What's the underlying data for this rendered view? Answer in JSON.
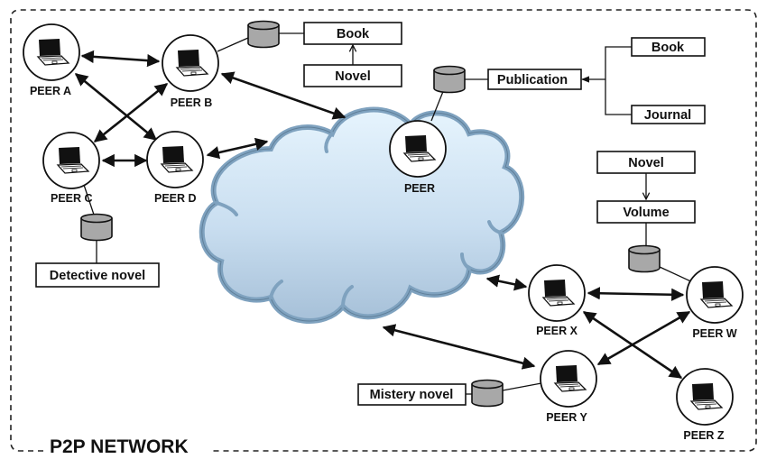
{
  "diagram": {
    "title": "P2P NETWORK",
    "colors": {
      "cloud_fill_top": "#e4f2fc",
      "cloud_fill_bottom": "#a9c3da",
      "cloud_stroke": "#7fa2bf",
      "database_fill": "#a8a8a8",
      "stroke": "#111111"
    },
    "cloud": {
      "label": "",
      "icon": "cloud-icon"
    },
    "peers": [
      {
        "id": "peer-a",
        "label": "PEER A",
        "icon": "laptop-icon"
      },
      {
        "id": "peer-b",
        "label": "PEER B",
        "icon": "laptop-icon"
      },
      {
        "id": "peer-c",
        "label": "PEER C",
        "icon": "laptop-icon"
      },
      {
        "id": "peer-d",
        "label": "PEER D",
        "icon": "laptop-icon"
      },
      {
        "id": "peer",
        "label": "PEER",
        "icon": "laptop-icon"
      },
      {
        "id": "peer-x",
        "label": "PEER X",
        "icon": "laptop-icon"
      },
      {
        "id": "peer-w",
        "label": "PEER W",
        "icon": "laptop-icon"
      },
      {
        "id": "peer-y",
        "label": "PEER Y",
        "icon": "laptop-icon"
      },
      {
        "id": "peer-z",
        "label": "PEER Z",
        "icon": "laptop-icon"
      }
    ],
    "schema_boxes": {
      "b_book": "Book",
      "b_novel": "Novel",
      "p_publication": "Publication",
      "p_book": "Book",
      "p_journal": "Journal",
      "w_novel": "Novel",
      "w_volume": "Volume",
      "c_detective": "Detective novel",
      "y_mistery": "Mistery novel"
    },
    "connections": [
      {
        "from": "PEER A",
        "to": "PEER B",
        "type": "bidirectional"
      },
      {
        "from": "PEER A",
        "to": "PEER D",
        "type": "bidirectional"
      },
      {
        "from": "PEER B",
        "to": "PEER C",
        "type": "bidirectional"
      },
      {
        "from": "PEER C",
        "to": "PEER D",
        "type": "bidirectional"
      },
      {
        "from": "PEER B",
        "to": "Cloud",
        "type": "bidirectional"
      },
      {
        "from": "PEER D",
        "to": "Cloud",
        "type": "bidirectional"
      },
      {
        "from": "Cloud",
        "to": "PEER X",
        "type": "bidirectional"
      },
      {
        "from": "Cloud",
        "to": "PEER Y",
        "type": "bidirectional"
      },
      {
        "from": "PEER X",
        "to": "PEER W",
        "type": "bidirectional"
      },
      {
        "from": "PEER X",
        "to": "PEER Z",
        "type": "bidirectional"
      },
      {
        "from": "PEER W",
        "to": "PEER Y",
        "type": "bidirectional"
      },
      {
        "from": "Novel",
        "to": "Book",
        "type": "inheritance-arrow"
      },
      {
        "from": "Book",
        "to": "Publication",
        "type": "inheritance-arrow"
      },
      {
        "from": "Journal",
        "to": "Publication",
        "type": "inheritance-arrow"
      },
      {
        "from": "Novel",
        "to": "Volume",
        "type": "inheritance-arrow"
      }
    ]
  }
}
